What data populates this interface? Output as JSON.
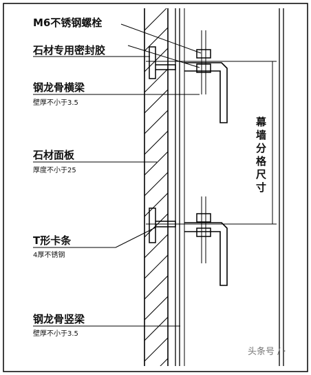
{
  "labels": {
    "bolt": "M6不锈钢螺栓",
    "sealant": "石材专用密封胶",
    "crossbeam": "钢龙骨横梁",
    "crossbeam_note": "壁厚不小于3.5",
    "stone_panel": "石材面板",
    "stone_panel_note": "厚度不小于25",
    "t_strip": "T形卡条",
    "t_strip_note": "4厚不锈钢",
    "column": "钢龙骨竖梁",
    "column_note": "壁厚不小于3.5"
  },
  "dimension": {
    "chars": [
      "幕",
      "墙",
      "分",
      "格",
      "尺",
      "寸"
    ]
  },
  "watermark": "头条号 / ·"
}
